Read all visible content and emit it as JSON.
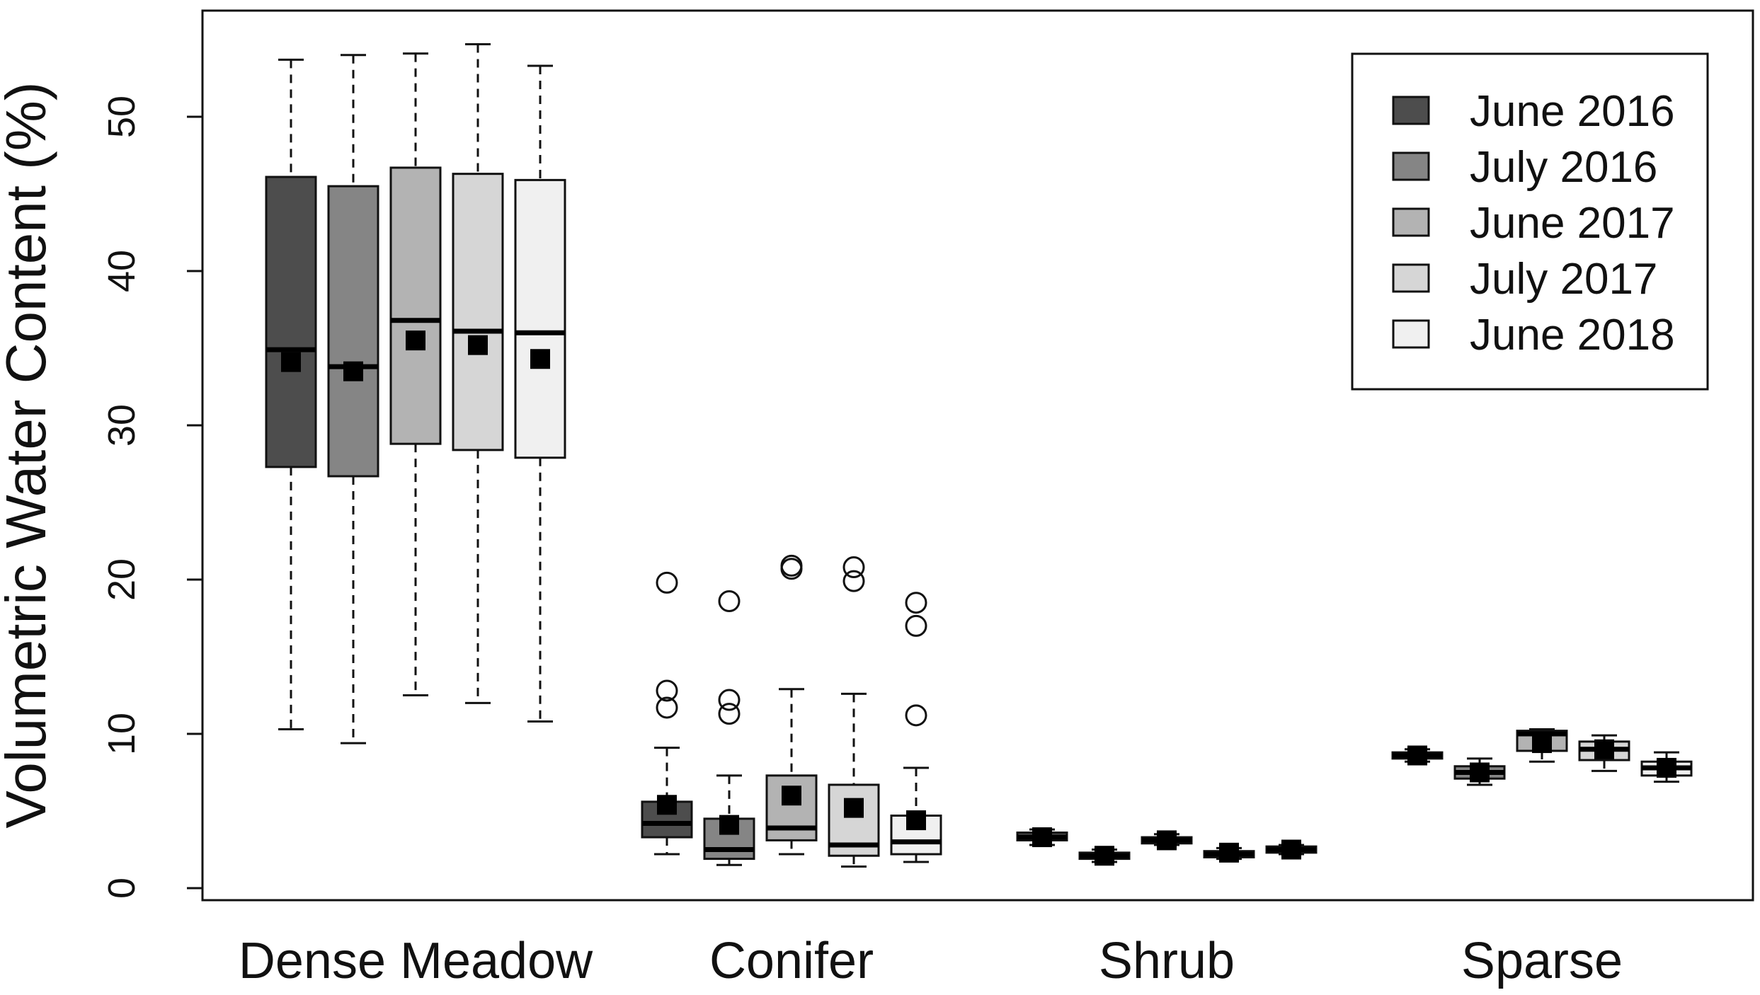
{
  "chart_data": {
    "type": "box",
    "title": "",
    "xlabel": "",
    "ylabel": "Volumetric Water Content (%)",
    "ylim": [
      0,
      57
    ],
    "yticks": [
      0,
      10,
      20,
      30,
      40,
      50
    ],
    "grid": false,
    "legend_position": "top-right",
    "categories": [
      "Dense Meadow",
      "Conifer",
      "Shrub",
      "Sparse"
    ],
    "series": [
      {
        "name": "June 2016",
        "color": "#4d4d4d",
        "boxes": [
          {
            "whisker_low": 10.3,
            "q1": 27.3,
            "median": 34.9,
            "q3": 46.1,
            "whisker_high": 53.7,
            "mean": 34.1,
            "outliers": []
          },
          {
            "whisker_low": 2.2,
            "q1": 3.3,
            "median": 4.2,
            "q3": 5.6,
            "whisker_high": 9.1,
            "mean": 5.4,
            "outliers": [
              11.7,
              12.8,
              19.8
            ]
          },
          {
            "whisker_low": 2.8,
            "q1": 3.1,
            "median": 3.3,
            "q3": 3.6,
            "whisker_high": 3.8,
            "mean": 3.3,
            "outliers": []
          },
          {
            "whisker_low": 8.2,
            "q1": 8.4,
            "median": 8.6,
            "q3": 8.8,
            "whisker_high": 9.0,
            "mean": 8.6,
            "outliers": []
          }
        ]
      },
      {
        "name": "July 2016",
        "color": "#858585",
        "boxes": [
          {
            "whisker_low": 9.4,
            "q1": 26.7,
            "median": 33.8,
            "q3": 45.5,
            "whisker_high": 54.0,
            "mean": 33.5,
            "outliers": []
          },
          {
            "whisker_low": 1.5,
            "q1": 1.9,
            "median": 2.5,
            "q3": 4.5,
            "whisker_high": 7.3,
            "mean": 4.1,
            "outliers": [
              11.3,
              12.2,
              18.6
            ]
          },
          {
            "whisker_low": 1.7,
            "q1": 1.9,
            "median": 2.1,
            "q3": 2.3,
            "whisker_high": 2.5,
            "mean": 2.1,
            "outliers": []
          },
          {
            "whisker_low": 6.7,
            "q1": 7.1,
            "median": 7.5,
            "q3": 7.9,
            "whisker_high": 8.4,
            "mean": 7.5,
            "outliers": []
          }
        ]
      },
      {
        "name": "June 2017",
        "color": "#b3b3b3",
        "boxes": [
          {
            "whisker_low": 12.5,
            "q1": 28.8,
            "median": 36.8,
            "q3": 46.7,
            "whisker_high": 54.1,
            "mean": 35.5,
            "outliers": []
          },
          {
            "whisker_low": 2.2,
            "q1": 3.1,
            "median": 3.9,
            "q3": 7.3,
            "whisker_high": 12.9,
            "mean": 6.0,
            "outliers": [
              20.7,
              20.9
            ]
          },
          {
            "whisker_low": 2.8,
            "q1": 2.9,
            "median": 3.1,
            "q3": 3.3,
            "whisker_high": 3.5,
            "mean": 3.1,
            "outliers": []
          },
          {
            "whisker_low": 8.2,
            "q1": 8.9,
            "median": 10.0,
            "q3": 10.2,
            "whisker_high": 10.3,
            "mean": 9.4,
            "outliers": []
          }
        ]
      },
      {
        "name": "July 2017",
        "color": "#d6d6d6",
        "boxes": [
          {
            "whisker_low": 12.0,
            "q1": 28.4,
            "median": 36.1,
            "q3": 46.3,
            "whisker_high": 54.7,
            "mean": 35.2,
            "outliers": []
          },
          {
            "whisker_low": 1.4,
            "q1": 2.1,
            "median": 2.8,
            "q3": 6.7,
            "whisker_high": 12.6,
            "mean": 5.2,
            "outliers": [
              19.9,
              20.8
            ]
          },
          {
            "whisker_low": 1.9,
            "q1": 2.0,
            "median": 2.2,
            "q3": 2.4,
            "whisker_high": 2.6,
            "mean": 2.3,
            "outliers": []
          },
          {
            "whisker_low": 7.6,
            "q1": 8.3,
            "median": 9.0,
            "q3": 9.5,
            "whisker_high": 9.9,
            "mean": 9.0,
            "outliers": []
          }
        ]
      },
      {
        "name": "June 2018",
        "color": "#f0f0f0",
        "boxes": [
          {
            "whisker_low": 10.8,
            "q1": 27.9,
            "median": 36.0,
            "q3": 45.9,
            "whisker_high": 53.3,
            "mean": 34.3,
            "outliers": []
          },
          {
            "whisker_low": 1.7,
            "q1": 2.2,
            "median": 3.0,
            "q3": 4.7,
            "whisker_high": 7.8,
            "mean": 4.4,
            "outliers": [
              11.2,
              17.0,
              18.5
            ]
          },
          {
            "whisker_low": 2.2,
            "q1": 2.3,
            "median": 2.5,
            "q3": 2.7,
            "whisker_high": 2.8,
            "mean": 2.5,
            "outliers": []
          },
          {
            "whisker_low": 6.9,
            "q1": 7.3,
            "median": 7.8,
            "q3": 8.2,
            "whisker_high": 8.8,
            "mean": 7.8,
            "outliers": []
          }
        ]
      }
    ]
  }
}
